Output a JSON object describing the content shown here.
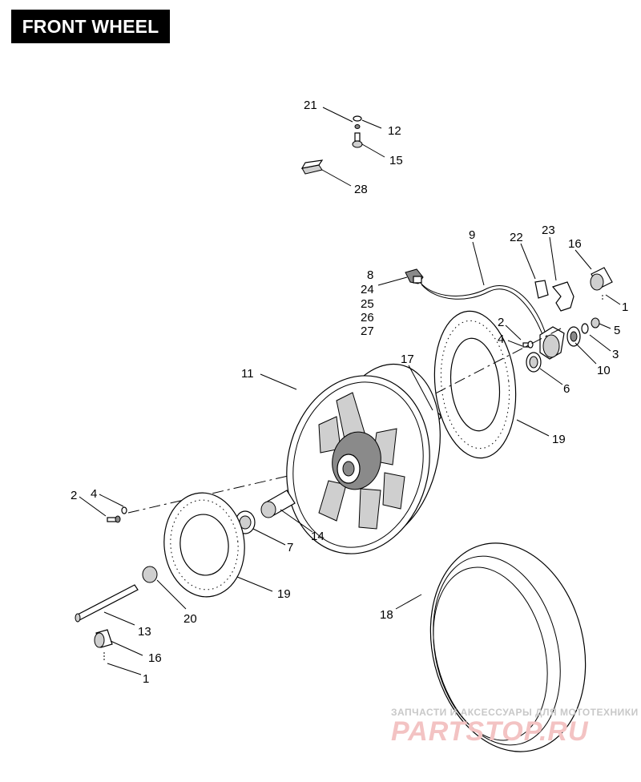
{
  "title": "FRONT WHEEL",
  "callouts": [
    {
      "id": "c21",
      "text": "21"
    },
    {
      "id": "c12",
      "text": "12"
    },
    {
      "id": "c15",
      "text": "15"
    },
    {
      "id": "c28",
      "text": "28"
    },
    {
      "id": "c9",
      "text": "9"
    },
    {
      "id": "c22",
      "text": "22"
    },
    {
      "id": "c23",
      "text": "23"
    },
    {
      "id": "c16a",
      "text": "16"
    },
    {
      "id": "c8",
      "text": "8"
    },
    {
      "id": "c24",
      "text": "24"
    },
    {
      "id": "c25",
      "text": "25"
    },
    {
      "id": "c26",
      "text": "26"
    },
    {
      "id": "c27",
      "text": "27"
    },
    {
      "id": "c1a",
      "text": "1"
    },
    {
      "id": "c2a",
      "text": "2"
    },
    {
      "id": "c5",
      "text": "5"
    },
    {
      "id": "c4a",
      "text": "4"
    },
    {
      "id": "c3",
      "text": "3"
    },
    {
      "id": "c10",
      "text": "10"
    },
    {
      "id": "c17",
      "text": "17"
    },
    {
      "id": "c6",
      "text": "6"
    },
    {
      "id": "c11",
      "text": "11"
    },
    {
      "id": "c19a",
      "text": "19"
    },
    {
      "id": "c2b",
      "text": "2"
    },
    {
      "id": "c4b",
      "text": "4"
    },
    {
      "id": "c7",
      "text": "7"
    },
    {
      "id": "c14",
      "text": "14"
    },
    {
      "id": "c19b",
      "text": "19"
    },
    {
      "id": "c20",
      "text": "20"
    },
    {
      "id": "c13",
      "text": "13"
    },
    {
      "id": "c18",
      "text": "18"
    },
    {
      "id": "c16b",
      "text": "16"
    },
    {
      "id": "c1b",
      "text": "1"
    }
  ],
  "watermark": {
    "caption": "ЗАПЧАСТИ И АКСЕССУАРЫ ДЛЯ МОТОТЕХНИКИ",
    "brand": "PARTSTOP.RU"
  }
}
